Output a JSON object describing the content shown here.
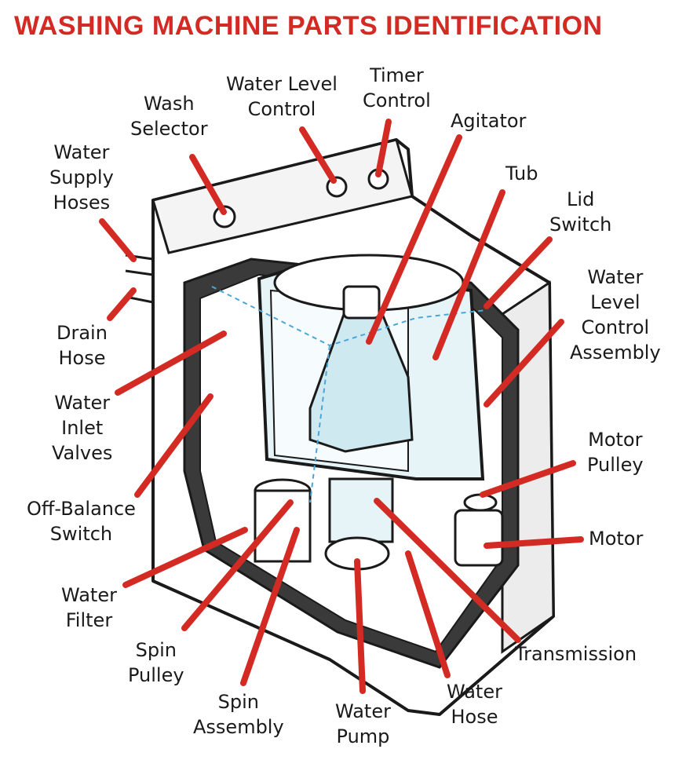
{
  "title": "WASHING MACHINE PARTS IDENTIFICATION",
  "accent_color": "#d42a24",
  "labels": {
    "water_level_control": [
      "Water Level",
      "Control"
    ],
    "timer_control": [
      "Timer",
      "Control"
    ],
    "wash_selector": [
      "Wash",
      "Selector"
    ],
    "agitator": [
      "Agitator"
    ],
    "water_supply_hoses": [
      "Water",
      "Supply",
      "Hoses"
    ],
    "tub": [
      "Tub"
    ],
    "lid_switch": [
      "Lid",
      "Switch"
    ],
    "water_level_control_assembly": [
      "Water",
      "Level",
      "Control",
      "Assembly"
    ],
    "drain_hose": [
      "Drain",
      "Hose"
    ],
    "water_inlet_valves": [
      "Water",
      "Inlet",
      "Valves"
    ],
    "motor_pulley": [
      "Motor",
      "Pulley"
    ],
    "off_balance_switch": [
      "Off-Balance",
      "Switch"
    ],
    "motor": [
      "Motor"
    ],
    "water_filter": [
      "Water",
      "Filter"
    ],
    "transmission": [
      "Transmission"
    ],
    "spin_pulley": [
      "Spin",
      "Pulley"
    ],
    "spin_assembly": [
      "Spin",
      "Assembly"
    ],
    "water_hose": [
      "Water",
      "Hose"
    ],
    "water_pump": [
      "Water",
      "Pump"
    ]
  }
}
